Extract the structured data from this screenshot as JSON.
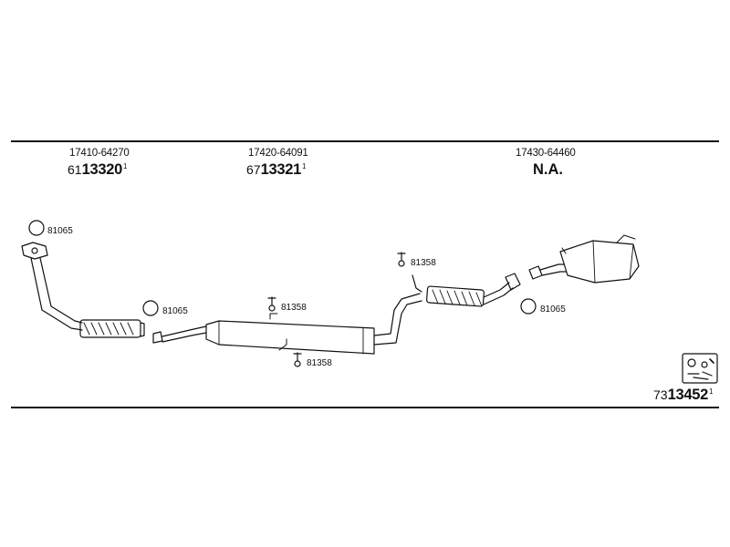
{
  "sections": [
    {
      "part_number": "17410-64270",
      "code_prefix": "61",
      "code_main": "13320",
      "code_sup": "1"
    },
    {
      "part_number": "17420-64091",
      "code_prefix": "67",
      "code_main": "13321",
      "code_sup": "1"
    },
    {
      "part_number": "17430-64460",
      "code_na": "N.A."
    }
  ],
  "refs": {
    "gasket_left": "81065",
    "gasket_mid": "81065",
    "gasket_right": "81065",
    "hanger_top_mid": "81358",
    "hanger_bottom_mid": "81358",
    "hanger_top_right": "81358"
  },
  "kit": {
    "code_prefix": "73",
    "code_main": "13452",
    "code_sup": "1"
  },
  "icons": [
    "gasket-ring-icon",
    "hanger-hook-icon",
    "mounting-kit-icon"
  ]
}
